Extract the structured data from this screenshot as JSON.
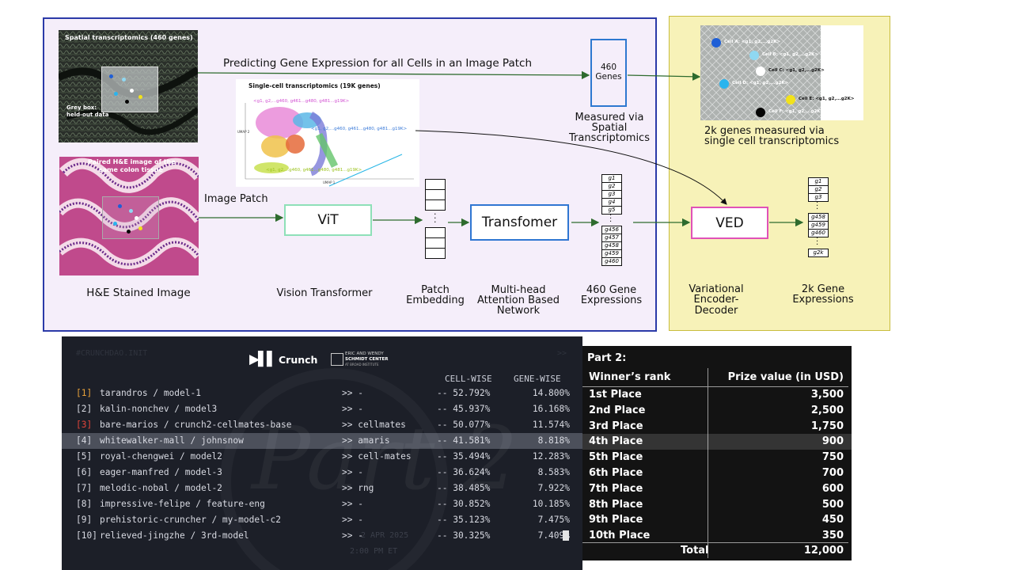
{
  "diagram": {
    "spatial_panel": {
      "title": "Spatial transcriptomics (460 genes)",
      "grey_box_note": "Grey box:",
      "grey_box_note2": "held-out data"
    },
    "he_panel": {
      "title_line1": "Paired H&E image of the",
      "title_line2": "same colon tissue",
      "caption": "H&E Stained Image"
    },
    "predict_label": "Predicting Gene Expression for all Cells in an Image Patch",
    "sc_panel": {
      "title": "Single-cell transcriptomics (19K genes)",
      "label_a": "<g1, g2,...g460, g461...g480, g481...g19K>",
      "label_b": "<g1, g2,...g460, g461...g480, g481...g19K>",
      "label_c": "<g1, g2,...g460, g461...g480, g481...g19K>",
      "axis_y": "UMAP 2",
      "axis_x": "UMAP 1"
    },
    "genes_box": "460\nGenes",
    "measured_label_1": "Measured via",
    "measured_label_2": "Spatial",
    "measured_label_3": "Transcriptomics",
    "image_patch_label": "Image Patch",
    "vit_box": "ViT",
    "vit_caption": "Vision Transformer",
    "patch_caption_1": "Patch",
    "patch_caption_2": "Embedding",
    "transformer_box": "Transfomer",
    "mha_caption_1": "Multi-head",
    "mha_caption_2": "Attention Based",
    "mha_caption_3": "Network",
    "gene_stack": [
      "g1",
      "g2",
      "g3",
      "g4",
      "g5",
      "g456",
      "g457",
      "g458",
      "g459",
      "g460"
    ],
    "gene_caption_1": "460 Gene",
    "gene_caption_2": "Expressions",
    "ved_box": "VED",
    "ved_caption_1": "Variational",
    "ved_caption_2": "Encoder-Decoder",
    "out_stack": [
      "g1",
      "g2",
      "g3",
      "g458",
      "g459",
      "g460",
      "g2k"
    ],
    "out_caption_1": "2k Gene",
    "out_caption_2": "Expressions",
    "cells_panel": {
      "cells": [
        {
          "label": "Cell A: <g1, g2,...g2K>",
          "color": "#1f5fd6"
        },
        {
          "label": "Cell B: <g1, g2,...g2K>",
          "color": "#8fd8f2"
        },
        {
          "label": "Cell C: <g1, g2,...g2K>",
          "color": "#ffffff"
        },
        {
          "label": "Cell D: <g1, g2,...g2K>",
          "color": "#2ab4ee"
        },
        {
          "label": "Cell E: <g1, g2,...g2K>",
          "color": "#f2e21a"
        },
        {
          "label": "Cell F: <g1, g2,...g2K>",
          "color": "#050505"
        }
      ],
      "caption_1": "2k genes measured via",
      "caption_2": "single cell transcriptomics"
    }
  },
  "leaderboard": {
    "header_tag": "#CRUNCHDAO.INIT",
    "header_arrow": ">>",
    "brand": "Crunch",
    "partner_line1": "ERIC AND WENDY",
    "partner_line2": "SCHMIDT CENTER",
    "partner_line3": "AT BROAD INSTITUTE",
    "col_cell": "CELL-WISE",
    "col_gene": "GENE-WISE",
    "watermark": "Part 2",
    "footer_date": "2 APR 2025",
    "footer_time": "2:00 PM ET",
    "rows": [
      {
        "rank": "[1]",
        "name": "tarandros / model-1",
        "team": ">> -",
        "cell": "-- 52.792%",
        "gene": "14.800%",
        "rank_color": "#e8a13a"
      },
      {
        "rank": "[2]",
        "name": "kalin-nonchev / model3",
        "team": ">> -",
        "cell": "-- 45.937%",
        "gene": "16.168%",
        "rank_color": "#d8dae2"
      },
      {
        "rank": "[3]",
        "name": "bare-marios / crunch2-cellmates-base",
        "team": ">> cellmates",
        "cell": "-- 50.077%",
        "gene": "11.574%",
        "rank_color": "#e2453a"
      },
      {
        "rank": "[4]",
        "name": "whitewalker-mall / johnsnow",
        "team": ">> amaris",
        "cell": "-- 41.581%",
        "gene": "8.818%",
        "rank_color": "#d8dae2"
      },
      {
        "rank": "[5]",
        "name": "royal-chengwei / model2",
        "team": ">> cell-mates",
        "cell": "-- 35.494%",
        "gene": "12.283%",
        "rank_color": "#d8dae2"
      },
      {
        "rank": "[6]",
        "name": "eager-manfred / model-3",
        "team": ">> -",
        "cell": "-- 36.624%",
        "gene": "8.583%",
        "rank_color": "#d8dae2"
      },
      {
        "rank": "[7]",
        "name": "melodic-nobal / model-2",
        "team": ">> rng",
        "cell": "-- 38.485%",
        "gene": "7.922%",
        "rank_color": "#d8dae2"
      },
      {
        "rank": "[8]",
        "name": "impressive-felipe / feature-eng",
        "team": ">> -",
        "cell": "-- 30.852%",
        "gene": "10.185%",
        "rank_color": "#d8dae2"
      },
      {
        "rank": "[9]",
        "name": "prehistoric-cruncher / my-model-c2",
        "team": ">> -",
        "cell": "-- 35.123%",
        "gene": "7.475%",
        "rank_color": "#d8dae2"
      },
      {
        "rank": "[10]",
        "name": "relieved-jingzhe / 3rd-model",
        "team": ">> -",
        "cell": "-- 30.325%",
        "gene": "7.409%",
        "rank_color": "#d8dae2"
      }
    ]
  },
  "prize_table": {
    "title": "Part 2:",
    "col_rank": "Winner’s rank",
    "col_prize": "Prize value (in USD)",
    "rows": [
      {
        "place": "1st Place",
        "value": "3,500"
      },
      {
        "place": "2nd Place",
        "value": "2,500"
      },
      {
        "place": "3rd Place",
        "value": "1,750"
      },
      {
        "place": "4th Place",
        "value": "900"
      },
      {
        "place": "5th Place",
        "value": "750"
      },
      {
        "place": "6th Place",
        "value": "700"
      },
      {
        "place": "7th Place",
        "value": "600"
      },
      {
        "place": "8th Place",
        "value": "500"
      },
      {
        "place": "9th Place",
        "value": "450"
      },
      {
        "place": "10th Place",
        "value": "350"
      }
    ],
    "total_label": "Total",
    "total_value": "12,000"
  }
}
